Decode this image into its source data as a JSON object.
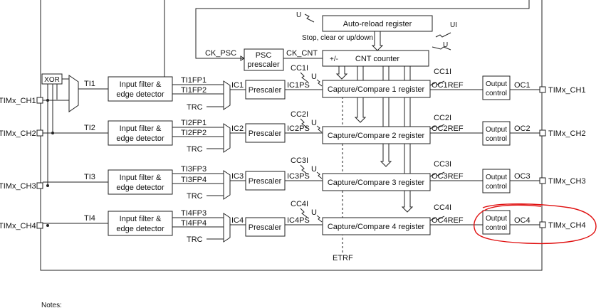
{
  "channels": [
    {
      "pin": "TIMx_CH1",
      "ti": "TI1",
      "filter_l1": "Input filter &",
      "filter_l2": "edge detector",
      "fp_a": "TI1FP1",
      "fp_b": "TI1FP2",
      "trc": "TRC",
      "ic": "IC1",
      "prescaler": "Prescaler",
      "icps": "IC1PS",
      "ccflag": "CC1I",
      "u": "U",
      "register": "Capture/Compare 1 register",
      "ccout": "CC1I",
      "ocref": "OC1REF",
      "outctl_l1": "Output",
      "outctl_l2": "control",
      "oc": "OC1"
    },
    {
      "pin": "TIMx_CH2",
      "ti": "TI2",
      "filter_l1": "Input filter &",
      "filter_l2": "edge detector",
      "fp_a": "TI2FP1",
      "fp_b": "TI2FP2",
      "trc": "TRC",
      "ic": "IC2",
      "prescaler": "Prescaler",
      "icps": "IC2PS",
      "ccflag": "CC2I",
      "u": "U",
      "register": "Capture/Compare 2 register",
      "ccout": "CC2I",
      "ocref": "OC2REF",
      "outctl_l1": "Output",
      "outctl_l2": "control",
      "oc": "OC2"
    },
    {
      "pin": "TIMx_CH3",
      "ti": "TI3",
      "filter_l1": "Input filter &",
      "filter_l2": "edge detector",
      "fp_a": "TI3FP3",
      "fp_b": "TI3FP4",
      "trc": "TRC",
      "ic": "IC3",
      "prescaler": "Prescaler",
      "icps": "IC3PS",
      "ccflag": "CC3I",
      "u": "U",
      "register": "Capture/Compare 3 register",
      "ccout": "CC3I",
      "ocref": "OC3REF",
      "outctl_l1": "Output",
      "outctl_l2": "control",
      "oc": "OC3"
    },
    {
      "pin": "TIMx_CH4",
      "ti": "TI4",
      "filter_l1": "Input filter &",
      "filter_l2": "edge detector",
      "fp_a": "TI4FP3",
      "fp_b": "TI4FP4",
      "trc": "TRC",
      "ic": "IC4",
      "prescaler": "Prescaler",
      "icps": "IC4PS",
      "ccflag": "CC4I",
      "u": "U",
      "register": "Capture/Compare 4 register",
      "ccout": "CC4I",
      "ocref": "OC4REF",
      "outctl_l1": "Output",
      "outctl_l2": "control",
      "oc": "OC4"
    }
  ],
  "xor": "XOR",
  "ck_psc": "CK_PSC",
  "psc_l1": "PSC",
  "psc_l2": "prescaler",
  "ck_cnt": "CK_CNT",
  "cnt_counter": "CNT counter",
  "cnt_updown": "+/-",
  "autoreload": "Auto-reload register",
  "u_top": "U",
  "ui_label": "UI",
  "u_right": "U",
  "stop_clear": "Stop, clear or up/down",
  "etrf": "ETRF",
  "notes": "Notes:",
  "highlight_color": "#e01010"
}
